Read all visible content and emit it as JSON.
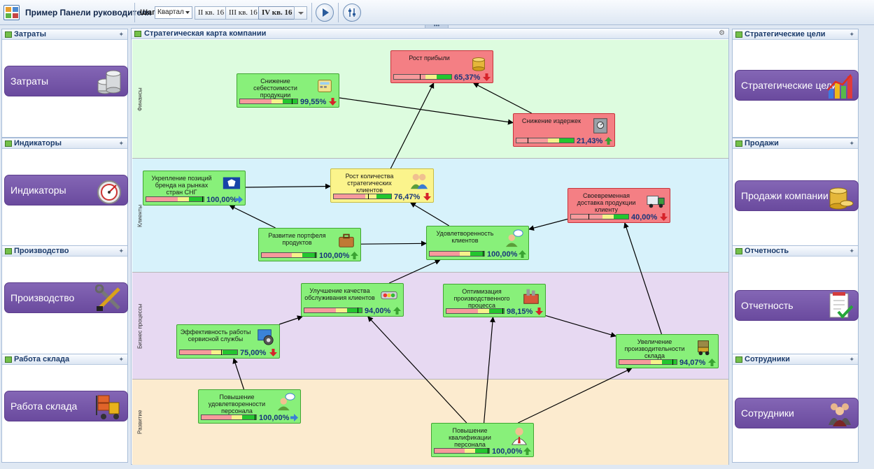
{
  "app": {
    "title": "Пример Панели руководителя"
  },
  "toolbar": {
    "step_label": "Шаг:",
    "step_value": "Квартал",
    "quarters": [
      "II кв. 16",
      "III кв. 16",
      "IV кв. 16"
    ],
    "active_quarter": "IV кв. 16",
    "grip": "•••"
  },
  "left_panels": [
    {
      "title": "Затраты",
      "tile": "Затраты",
      "icon": "coins-stack-icon"
    },
    {
      "title": "Индикаторы",
      "tile": "Индикаторы",
      "icon": "speedometer-icon"
    },
    {
      "title": "Производство",
      "tile": "Производство",
      "icon": "tools-icon"
    },
    {
      "title": "Работа склада",
      "tile": "Работа склада",
      "icon": "forklift-icon"
    }
  ],
  "right_panels": [
    {
      "title": "Стратегические цели",
      "tile": "Стратегические цели",
      "icon": "bar-chart-icon"
    },
    {
      "title": "Продажи",
      "tile": "Продажи компании",
      "icon": "coins-icon"
    },
    {
      "title": "Отчетность",
      "tile": "Отчетность",
      "icon": "checklist-icon"
    },
    {
      "title": "Сотрудники",
      "tile": "Сотрудники",
      "icon": "people-icon"
    }
  ],
  "map": {
    "title": "Стратегическая карта компании",
    "bands": [
      "Финансы",
      "Клиенты",
      "Бизнес процессы",
      "Развитие"
    ],
    "colors": {
      "finance": "#ddfcdf",
      "clients": "#d7f2fb",
      "process": "#e7d9f2",
      "growth": "#fcebcf",
      "node_green": "#88f07a",
      "node_red": "#f47f84",
      "node_yellow": "#fbf48c",
      "trend_up": "#3aa232",
      "trend_down": "#d6232a",
      "trend_right": "#3b7fd6"
    },
    "nodes": [
      {
        "id": "rost_pribyli",
        "title": "Рост прибыли",
        "value": "65,37%",
        "status": "red",
        "trend": "down",
        "icon": "coins-icon"
      },
      {
        "id": "snizh_sebest",
        "title": "Снижение себестоимости продукции",
        "value": "99,55%",
        "status": "green",
        "trend": "down",
        "icon": "calculator-icon"
      },
      {
        "id": "snizh_izderzhek",
        "title": "Снижение издержек",
        "value": "21,43%",
        "status": "red",
        "trend": "up",
        "icon": "safe-icon"
      },
      {
        "id": "ukreplenie",
        "title": "Укрепление позиций бренда на рынках стран СНГ",
        "value": "100,00%",
        "status": "green",
        "trend": "right",
        "icon": "brand-icon"
      },
      {
        "id": "rost_klientov",
        "title": "Рост количества стратегических клиентов",
        "value": "76,47%",
        "status": "yellow",
        "trend": "down",
        "icon": "people-icon"
      },
      {
        "id": "dostavka",
        "title": "Своевременная доставка продукции клиенту",
        "value": "40,00%",
        "status": "red",
        "trend": "down",
        "icon": "truck-icon"
      },
      {
        "id": "portfel",
        "title": "Развитие портфеля продуктов",
        "value": "100,00%",
        "status": "green",
        "trend": "up",
        "icon": "briefcase-icon"
      },
      {
        "id": "udovl_klientov",
        "title": "Удовлетворенность клиентов",
        "value": "100,00%",
        "status": "green",
        "trend": "up",
        "icon": "chat-person-icon"
      },
      {
        "id": "kachestvo",
        "title": "Улучшение качества обслуживания клиентов",
        "value": "94,00%",
        "status": "green",
        "trend": "up",
        "icon": "traffic-light-icon"
      },
      {
        "id": "optimizaciya",
        "title": "Оптимизация производственного процесса",
        "value": "98,15%",
        "status": "green",
        "trend": "down",
        "icon": "factory-icon"
      },
      {
        "id": "servis",
        "title": "Эффективность работы сервисной службы",
        "value": "75,00%",
        "status": "green",
        "trend": "down",
        "icon": "gear-icon"
      },
      {
        "id": "proizvoditelnost",
        "title": "Увеличение производительности склада",
        "value": "94,07%",
        "status": "green",
        "trend": "up",
        "icon": "forklift-icon"
      },
      {
        "id": "udovl_personala",
        "title": "Повышение удовлетворенности персонала",
        "value": "100,00%",
        "status": "green",
        "trend": "right",
        "icon": "chat-person-icon"
      },
      {
        "id": "kvalifikaciya",
        "title": "Повышение квалификации персонала",
        "value": "100,00%",
        "status": "green",
        "trend": "up",
        "icon": "person-icon"
      }
    ],
    "links": [
      [
        "snizh_sebest",
        "snizh_izderzhek"
      ],
      [
        "snizh_izderzhek",
        "rost_pribyli"
      ],
      [
        "rost_klientov",
        "rost_pribyli"
      ],
      [
        "ukreplenie",
        "rost_klientov"
      ],
      [
        "portfel",
        "ukreplenie"
      ],
      [
        "portfel",
        "udovl_klientov"
      ],
      [
        "udovl_klientov",
        "rost_klientov"
      ],
      [
        "dostavka",
        "udovl_klientov"
      ],
      [
        "kachestvo",
        "udovl_klientov"
      ],
      [
        "servis",
        "kachestvo"
      ],
      [
        "optimizaciya",
        "proizvoditelnost"
      ],
      [
        "proizvoditelnost",
        "dostavka"
      ],
      [
        "udovl_personala",
        "servis"
      ],
      [
        "kvalifikaciya",
        "kachestvo"
      ],
      [
        "kvalifikaciya",
        "optimizaciya"
      ],
      [
        "kvalifikaciya",
        "proizvoditelnost"
      ]
    ]
  }
}
